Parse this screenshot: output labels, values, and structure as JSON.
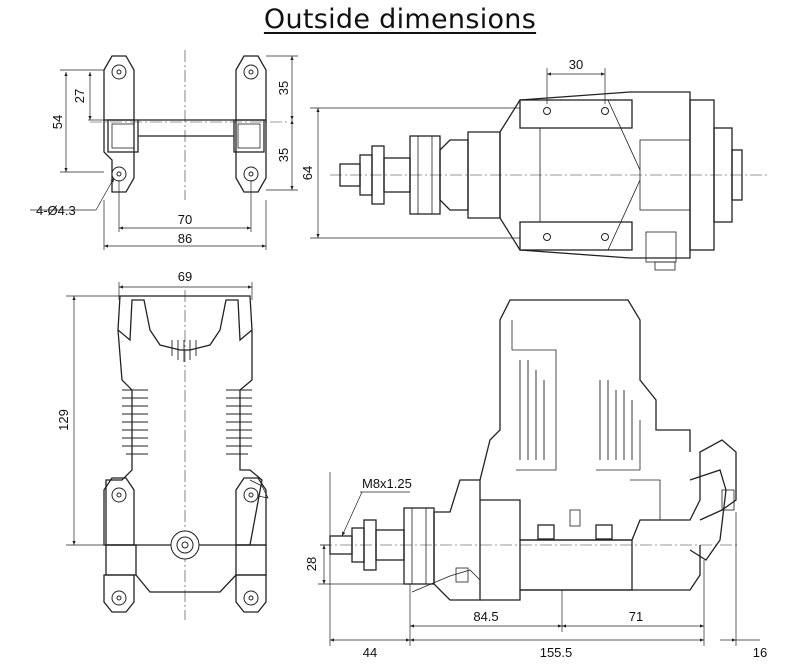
{
  "title": "Outside dimensions",
  "top_left_view": {
    "dim_35_upper": "35",
    "dim_35_lower": "35",
    "dim_27": "27",
    "dim_54": "54",
    "dim_hole": "4-Ø4.3",
    "dim_70": "70",
    "dim_86": "86"
  },
  "top_right_view": {
    "dim_30": "30",
    "dim_64": "64"
  },
  "front_view": {
    "dim_69": "69",
    "dim_129": "129"
  },
  "side_view": {
    "thread": "M8x1.25",
    "dim_28": "28",
    "dim_44": "44",
    "dim_84_5": "84.5",
    "dim_71": "71",
    "dim_155_5": "155.5",
    "dim_16": "16"
  }
}
